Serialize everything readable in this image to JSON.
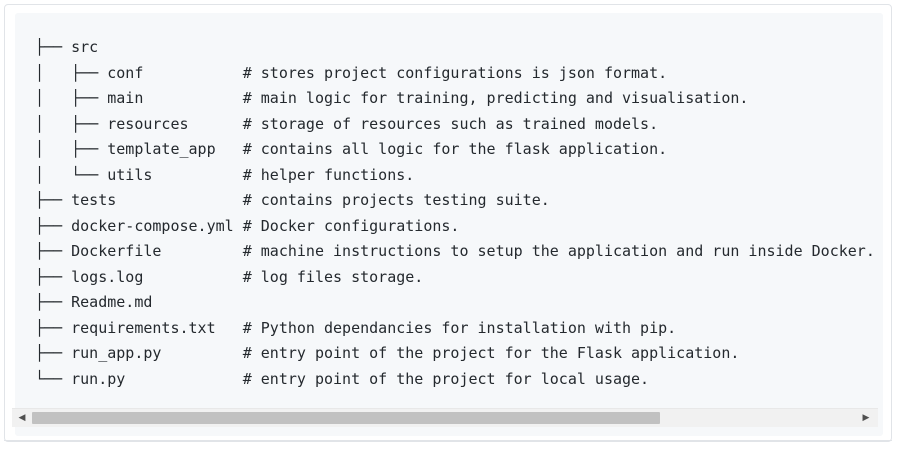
{
  "tree_lines": [
    "├── src",
    "│   ├── conf           # stores project configurations is json format.",
    "│   ├── main           # main logic for training, predicting and visualisation.",
    "│   ├── resources      # storage of resources such as trained models.",
    "│   ├── template_app   # contains all logic for the flask application.",
    "│   └── utils          # helper functions.",
    "├── tests              # contains projects testing suite.",
    "├── docker-compose.yml # Docker configurations.",
    "├── Dockerfile         # machine instructions to setup the application and run inside Docker.",
    "├── logs.log           # log files storage.",
    "├── Readme.md",
    "├── requirements.txt   # Python dependancies for installation with pip.",
    "├── run_app.py         # entry point of the project for the Flask application.",
    "└── run.py             # entry point of the project for local usage."
  ],
  "scrollbar": {
    "left_arrow": "◀",
    "right_arrow": "▶",
    "scroll_fraction": 0.0,
    "visible_fraction": 0.76
  },
  "colors": {
    "code_background": "#f6f8fa",
    "text": "#24292e",
    "scroll_track": "#f1f1f1",
    "scroll_thumb": "#c1c1c1"
  }
}
